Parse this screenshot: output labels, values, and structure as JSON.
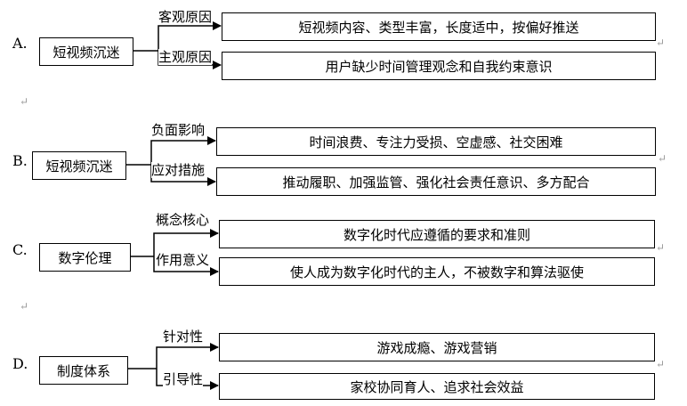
{
  "options": [
    {
      "letter": "A.",
      "topic": "短视频沉迷",
      "branches": [
        {
          "label": "客观原因",
          "content": "短视频内容、类型丰富，长度适中，按偏好推送"
        },
        {
          "label": "主观原因",
          "content": "用户缺少时间管理观念和自我约束意识"
        }
      ]
    },
    {
      "letter": "B.",
      "topic": "短视频沉迷",
      "branches": [
        {
          "label": "负面影响",
          "content": "时间浪费、专注力受损、空虚感、社交困难"
        },
        {
          "label": "应对措施",
          "content": "推动履职、加强监管、强化社会责任意识、多方配合"
        }
      ]
    },
    {
      "letter": "C.",
      "topic": "数字伦理",
      "branches": [
        {
          "label": "概念核心",
          "content": "数字化时代应遵循的要求和准则"
        },
        {
          "label": "作用意义",
          "content": "使人成为数字化时代的主人，不被数字和算法驱使"
        }
      ]
    },
    {
      "letter": "D.",
      "topic": "制度体系",
      "branches": [
        {
          "label": "针对性",
          "content": "游戏成瘾、游戏营销"
        },
        {
          "label": "引导性",
          "content": "家校协同育人、追求社会效益"
        }
      ]
    }
  ],
  "return_mark": "↵"
}
